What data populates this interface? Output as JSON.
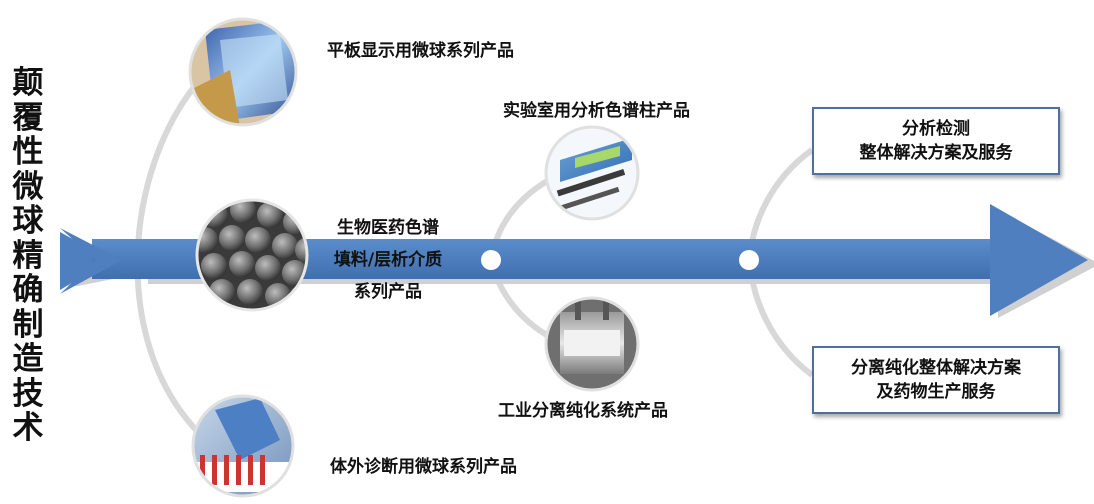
{
  "title_chars": [
    "颠",
    "覆",
    "性",
    "微",
    "球",
    "精",
    "确",
    "制",
    "造",
    "技",
    "术"
  ],
  "products": {
    "flat_panel": "平板显示用微球系列产品",
    "lab_column": "实验室用分析色谱柱产品",
    "biopharma_line1": "生物医药色谱",
    "biopharma_line2": "填料/层析介质",
    "biopharma_line3": "系列产品",
    "industrial": "工业分离纯化系统产品",
    "ivd": "体外诊断用微球系列产品"
  },
  "services": {
    "analysis_line1": "分析检测",
    "analysis_line2": "整体解决方案及服务",
    "separation_line1": "分离纯化整体解决方案",
    "separation_line2": "及药物生产服务"
  },
  "colors": {
    "arrow": "#4f7fbf",
    "arrow_shadow": "#c8c8c8",
    "arc": "#d6d6d6",
    "box_border": "#4f6fa0"
  }
}
